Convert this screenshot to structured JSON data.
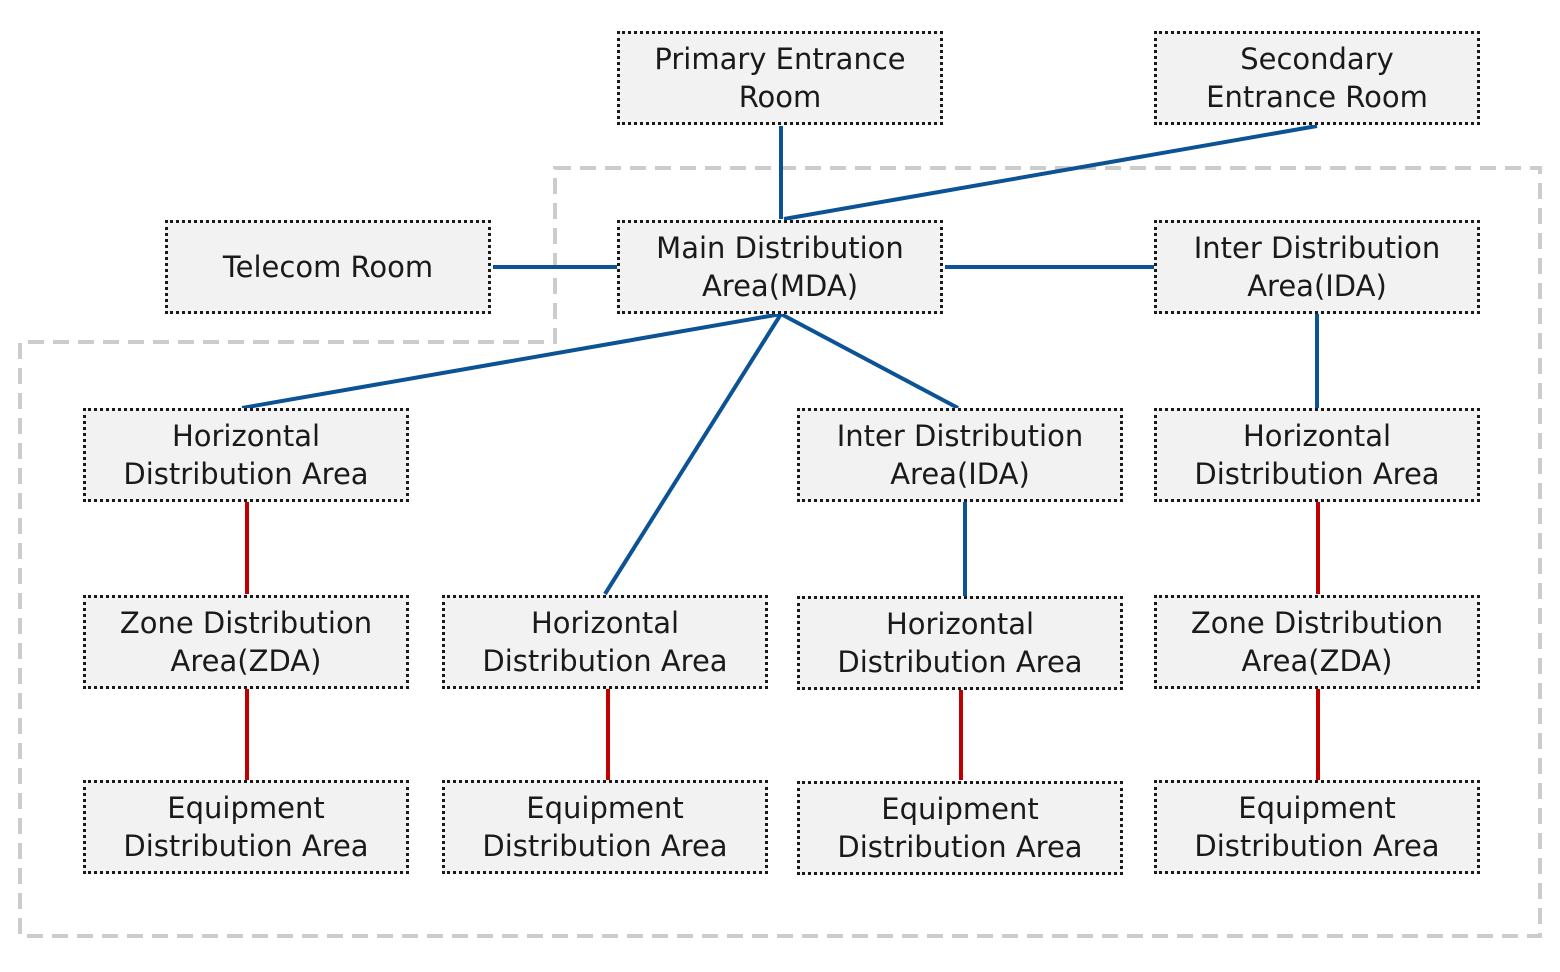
{
  "colors": {
    "backbone": "#0b5394",
    "horizontal": "#c00000",
    "zone_border": "#cccccc",
    "box_fill": "#f2f2f2",
    "box_border": "#1a1a1a"
  },
  "nodes": {
    "primary_entrance": "Primary Entrance\nRoom",
    "secondary_entrance": "Secondary\nEntrance Room",
    "telecom_room": "Telecom Room",
    "mda": "Main Distribution\nArea(MDA)",
    "ida_right": "Inter Distribution\nArea(IDA)",
    "hda_left": "Horizontal\nDistribution Area",
    "ida_mid": "Inter Distribution\nArea(IDA)",
    "hda_right": "Horizontal\nDistribution Area",
    "zda_left": "Zone Distribution\nArea(ZDA)",
    "hda_center": "Horizontal\nDistribution Area",
    "hda_mid": "Horizontal\nDistribution Area",
    "zda_right": "Zone Distribution\nArea(ZDA)",
    "eda_1": "Equipment\nDistribution Area",
    "eda_2": "Equipment\nDistribution Area",
    "eda_3": "Equipment\nDistribution Area",
    "eda_4": "Equipment\nDistribution Area"
  }
}
